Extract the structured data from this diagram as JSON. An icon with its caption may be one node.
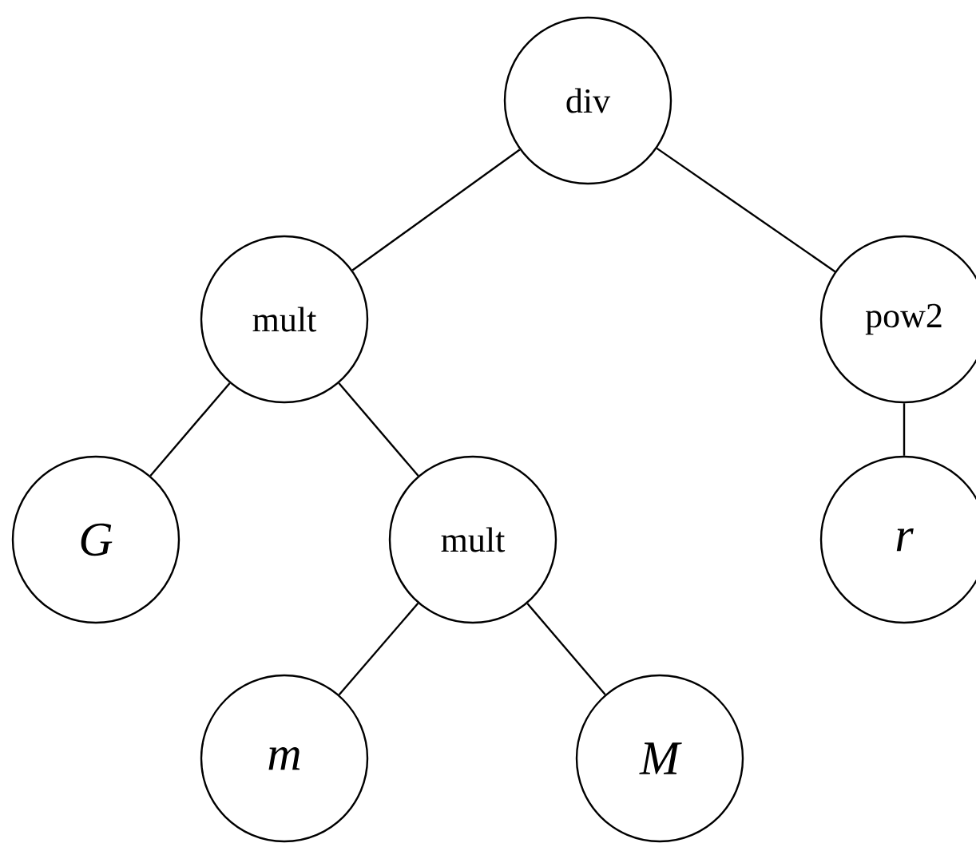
{
  "diagram": {
    "nodes": [
      {
        "text": [
          "div"
        ]
      },
      {
        "text": [
          "mult"
        ]
      },
      {
        "text": [
          "pow2"
        ]
      },
      {
        "text": [
          "G"
        ]
      },
      {
        "text": [
          "mult"
        ]
      },
      {
        "text": [
          "r"
        ]
      },
      {
        "text": [
          "m"
        ]
      },
      {
        "text": [
          "M"
        ]
      }
    ],
    "edges": [
      {
        "from": 0,
        "to": 1,
        "arrow": "none"
      },
      {
        "from": 0,
        "to": 2,
        "arrow": "none"
      },
      {
        "from": 1,
        "to": 3,
        "arrow": "none"
      },
      {
        "from": 1,
        "to": 4,
        "arrow": "none"
      },
      {
        "from": 2,
        "to": 5,
        "arrow": "none"
      },
      {
        "from": 4,
        "to": 6,
        "arrow": "none"
      },
      {
        "from": 4,
        "to": 7,
        "arrow": "none"
      }
    ]
  }
}
